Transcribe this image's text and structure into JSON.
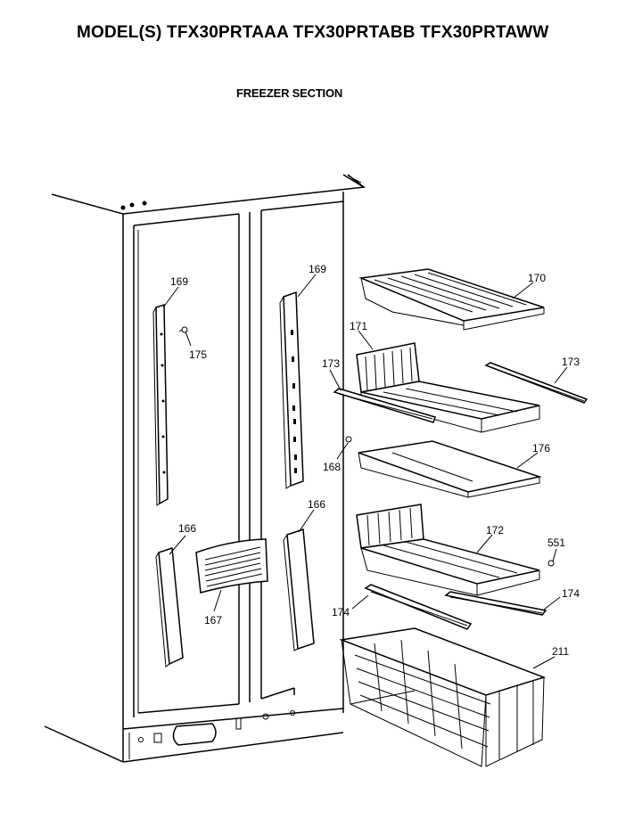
{
  "header": {
    "title": "MODEL(S) TFX30PRTAAA  TFX30PRTABB  TFX30PRTAWW",
    "section": "FREEZER SECTION"
  },
  "callouts": {
    "p169_left": "169",
    "p169_right": "169",
    "p175": "175",
    "p170": "170",
    "p171": "171",
    "p173_left": "173",
    "p173_right": "173",
    "p168": "168",
    "p176": "176",
    "p166_left": "166",
    "p166_right": "166",
    "p167": "167",
    "p172": "172",
    "p551": "551",
    "p174_left": "174",
    "p174_right": "174",
    "p211": "211"
  }
}
